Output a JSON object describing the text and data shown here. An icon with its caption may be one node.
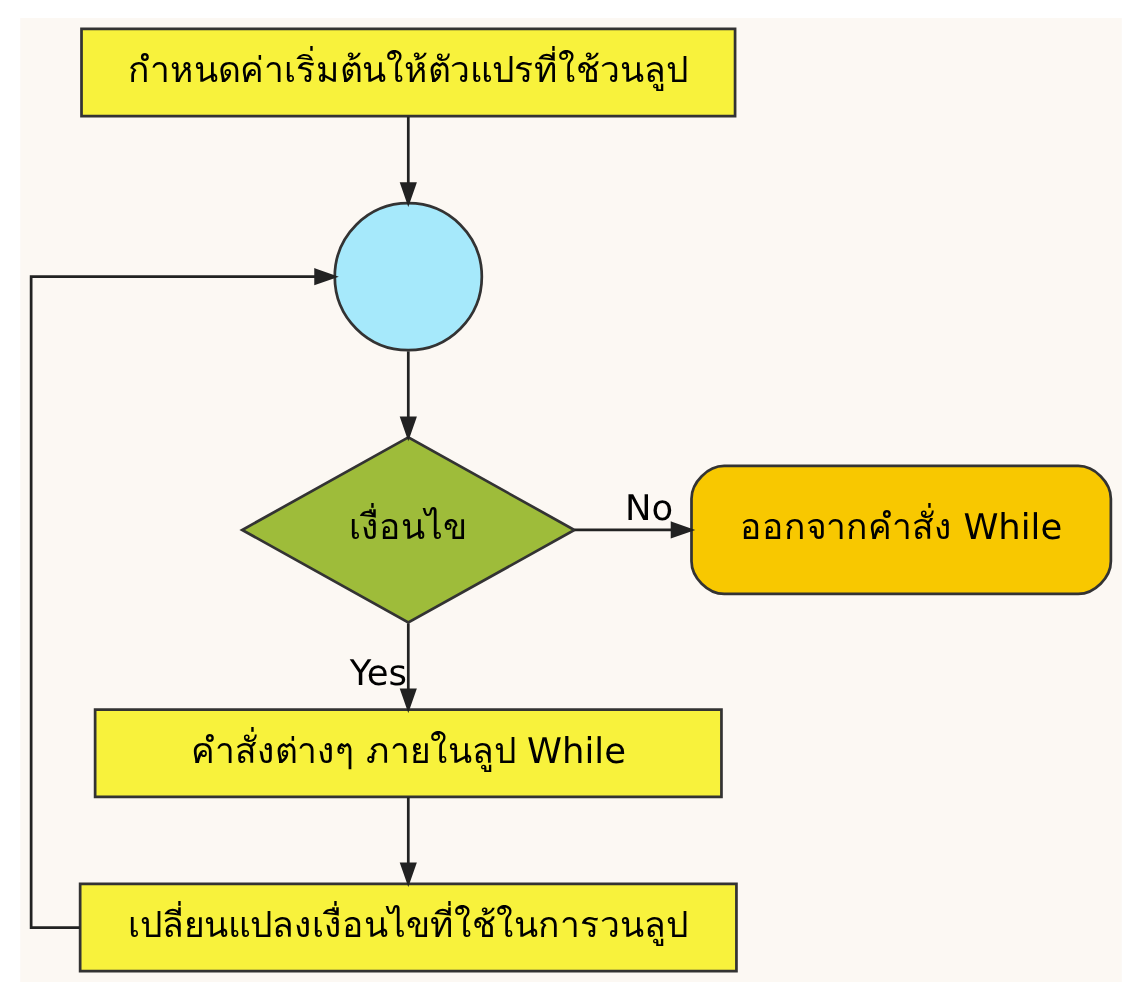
{
  "diagram": {
    "nodes": [
      {
        "text": [
          "กำหนดค่าเริ่มต้นให้ตัวแปรที่ใช้วนลูป"
        ]
      },
      {
        "text": [],
        "shape": "circle"
      },
      {
        "text": [
          "เงื่อนไข"
        ]
      },
      {
        "text": [
          "ออกจากคำสั่ง While"
        ]
      },
      {
        "text": [
          "คำสั่งต่างๆ ภายในลูป While"
        ]
      },
      {
        "text": [
          "เปลี่ยนแปลงเงื่อนไขที่ใช้ในการวนลูป"
        ]
      }
    ],
    "edges": [
      {
        "from": 0,
        "to": 1,
        "arrow": "to"
      },
      {
        "from": 1,
        "to": 2,
        "arrow": "to"
      },
      {
        "from": 2,
        "to": 3,
        "arrow": "to",
        "label": "No"
      },
      {
        "from": 2,
        "to": 4,
        "arrow": "to",
        "label": "Yes"
      },
      {
        "from": 4,
        "to": 5,
        "arrow": "to"
      },
      {
        "from": 5,
        "to": 1,
        "arrow": "to"
      }
    ]
  }
}
